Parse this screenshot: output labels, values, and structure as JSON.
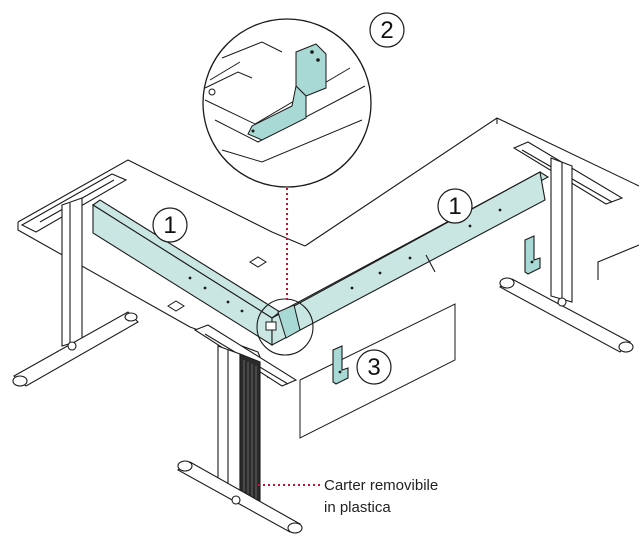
{
  "callouts": {
    "rail_left": "1",
    "rail_right": "1",
    "detail": "2",
    "bracket": "3"
  },
  "caption": {
    "line1": "Carter removibile",
    "line2": "in plastica"
  },
  "colors": {
    "line": "#1a1a1a",
    "rail_fill": "#c9e6e3",
    "bracket_fill": "#a9d9d4",
    "leader": "#c8102e",
    "background": "#ffffff"
  }
}
